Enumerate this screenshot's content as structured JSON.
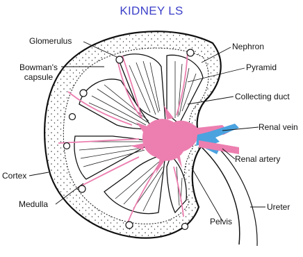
{
  "title": "KIDNEY LS",
  "labels": {
    "glomerulus": "Glomerulus",
    "bowmans_capsule": "Bowman's\ncapsule",
    "nephron": "Nephron",
    "pyramid": "Pyramid",
    "collecting_duct": "Collecting duct",
    "renal_vein": "Renal vein",
    "renal_artery": "Renal artery",
    "cortex": "Cortex",
    "medulla": "Medulla",
    "pelvis": "Pelvis",
    "ureter": "Ureter"
  },
  "colors": {
    "title": "#3b3fc8",
    "pelvis_pink": "#ec7fb0",
    "vein_blue": "#4aa3df",
    "outline": "#111111"
  }
}
